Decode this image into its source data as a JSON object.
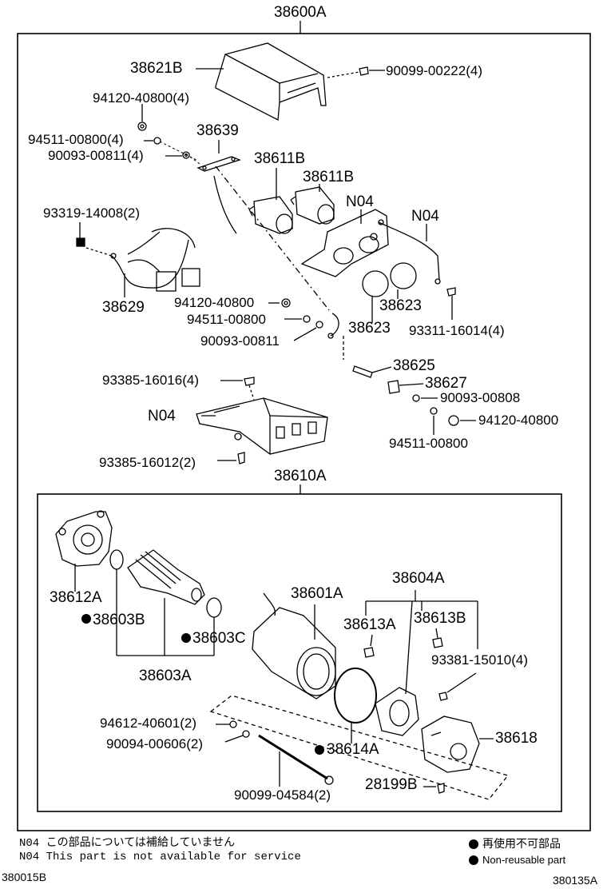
{
  "labels": {
    "assy_top": "38600A",
    "cover": "38621B",
    "bolt_90099_00222": "90099-00222(4)",
    "nut_94120_40800_a": "94120-40800(4)",
    "washer_94511_00800_a": "94511-00800(4)",
    "washer_90093_00811_a": "90093-00811(4)",
    "bracket_38639": "38639",
    "solenoid_38611b_a": "38611B",
    "solenoid_38611b_b": "38611B",
    "n04_a": "N04",
    "n04_b": "N04",
    "bolt_93319": "93319-14008(2)",
    "harness_38629": "38629",
    "nut_94120_40800_b": "94120-40800",
    "washer_94511_00800_b": "94511-00800",
    "washer_90093_00811_b": "90093-00811",
    "cap_38623_a": "38623",
    "cap_38623_b": "38623",
    "screw_93311": "93311-16014(4)",
    "bolt_93385_16016": "93385-16016(4)",
    "bolt_38625": "38625",
    "nut_38627": "38627",
    "washer_90093_00808": "90093-00808",
    "nut_94120_40800_c": "94120-40800",
    "washer_94511_00800_c": "94511-00800",
    "n04_c": "N04",
    "bolt_93385_16012": "93385-16012(2)",
    "assy_motor": "38610A",
    "housing_38612a": "38612A",
    "bearing_38603b": "38603B",
    "armature_38603a": "38603A",
    "bearing_38603c": "38603C",
    "yoke_38601a": "38601A",
    "brush_38604a": "38604A",
    "brush_38613a": "38613A",
    "brush_38613b": "38613B",
    "screw_93381": "93381-15010(4)",
    "washer_94612": "94612-40601(2)",
    "washer_90094": "90094-00606(2)",
    "oring_38614a": "38614A",
    "cover_38618": "38618",
    "bolt_90099_04584": "90099-04584(2)",
    "screw_28199b": "28199B"
  },
  "footer": {
    "note_line1": "N04 この部品については補給していません",
    "note_line2": "N04 This part is not available for service",
    "legend_jp": "再使用不可部品",
    "legend_en": "Non-reusable part",
    "ref_left": "380015B",
    "ref_right": "380135A"
  }
}
